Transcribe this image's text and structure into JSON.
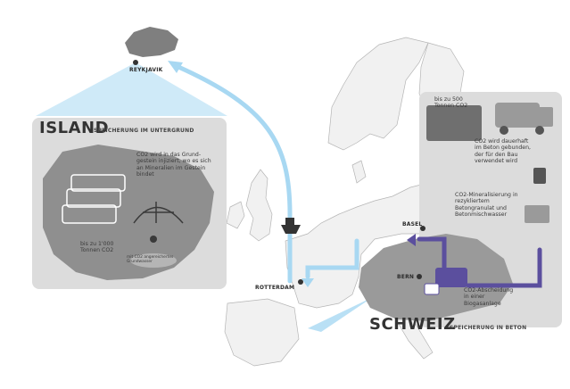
{
  "colors": {
    "flow_blue": "#a8d8f2",
    "flow_purple": "#5b4f9e",
    "panel_grey": "#dcdcdc",
    "land_grey": "#e4e4e4",
    "dark_grey": "#8a8a8a"
  },
  "cities": {
    "reykjavik": "REYKJAVIK",
    "rotterdam": "ROTTERDAM",
    "basel": "BASEL",
    "bern": "BERN"
  },
  "iceland": {
    "title": "ISLAND",
    "subtitle": "SPEICHERUNG IM UNTERGRUND",
    "injection_note": "CO2 wird in das Grund-gestein injiziert, wo es sich an Mineralien im Gestein bindet",
    "amount": "bis zu 1'000 Tonnen CO2",
    "well_label": "mit CO2 angereichertes Grundwasser"
  },
  "switzerland": {
    "title": "SCHWEIZ",
    "subtitle": "SPEICHERUNG IN BETON",
    "amount": "bis zu 500 Tonnen CO2",
    "concrete_note": "CO2 wird dauerhaft im Beton gebunden, der für den Bau verwendet wird",
    "mineralisation_note": "CO2-Mineralisierung in rezykliertem Betongranulat und Betonmischwasser",
    "biogas_note": "CO2-Abscheidung in einer Biogasanlage"
  }
}
